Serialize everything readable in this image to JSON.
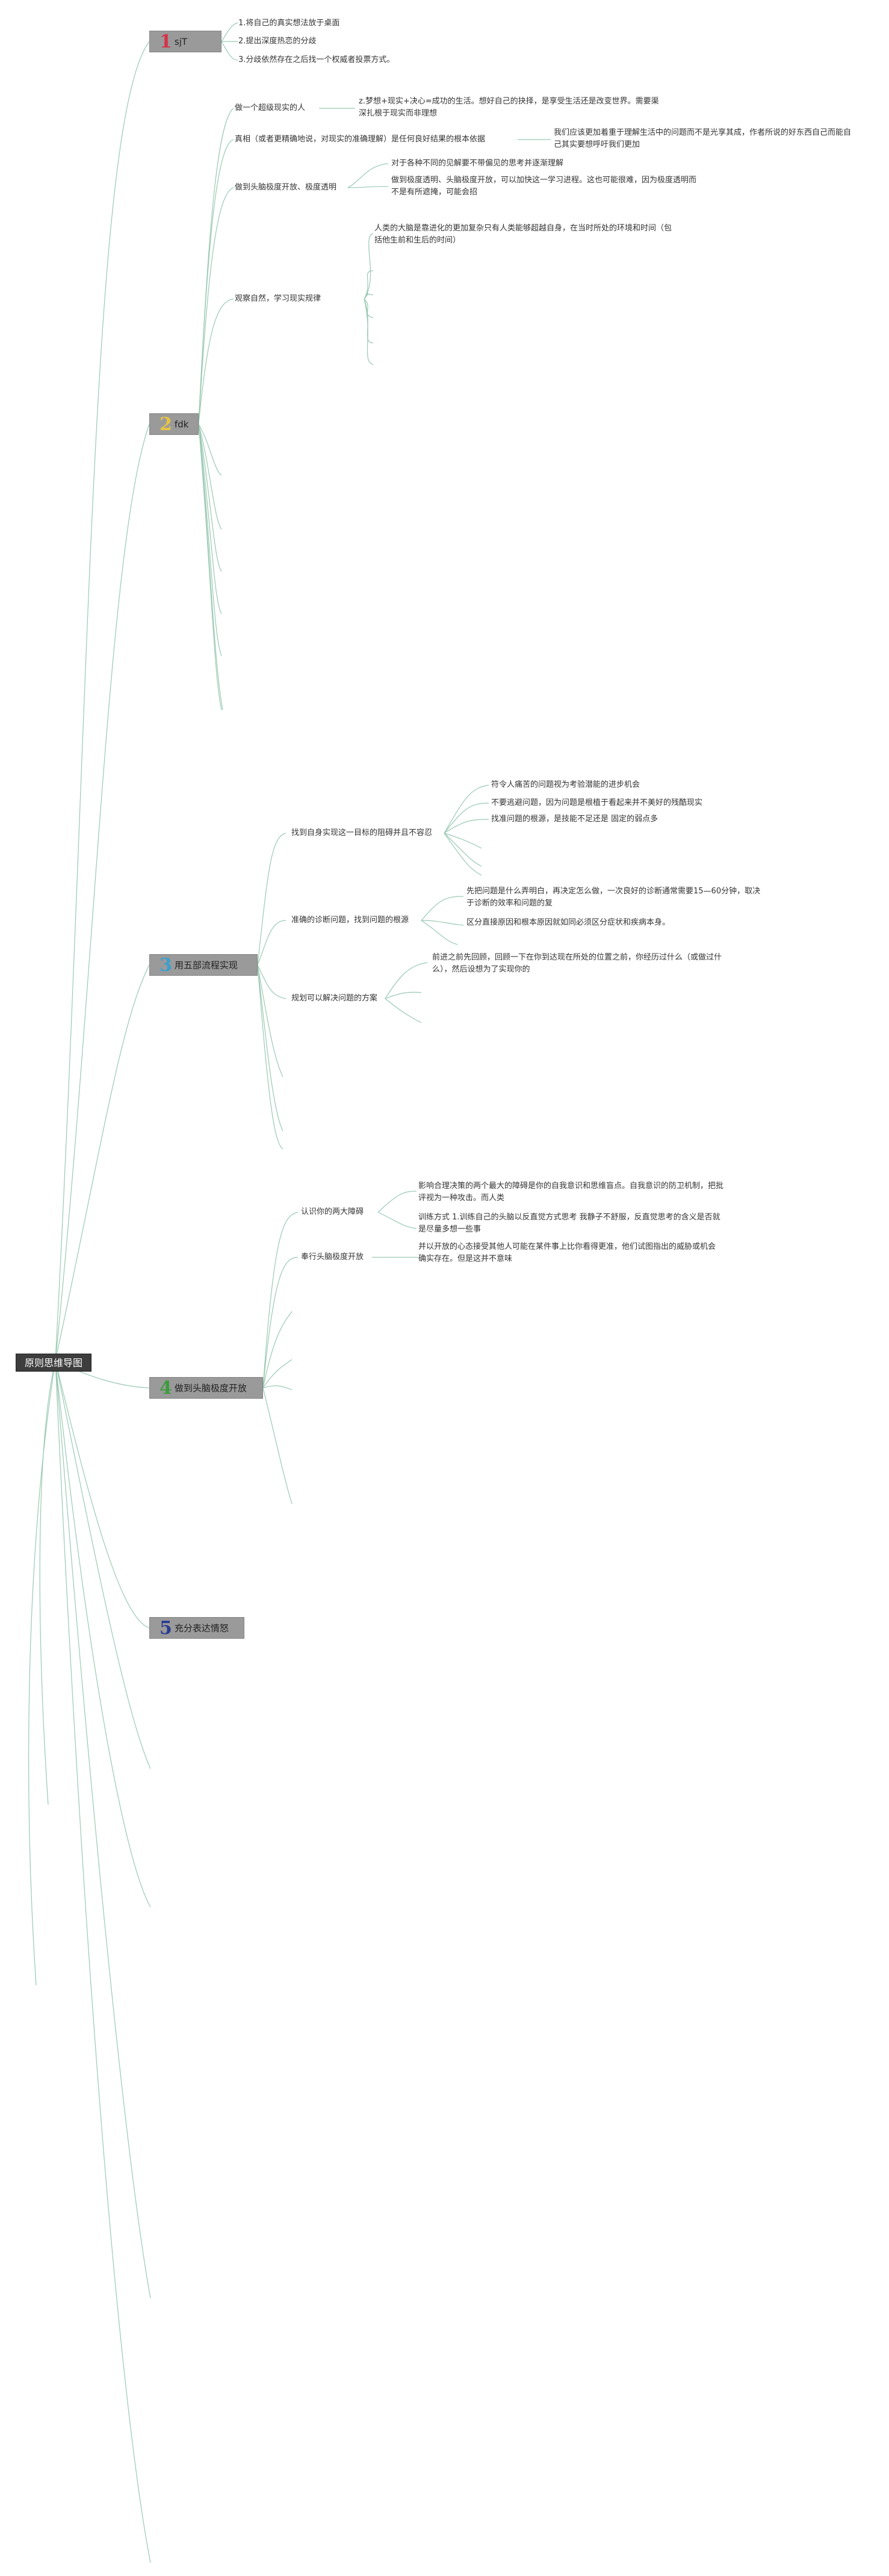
{
  "root": {
    "title": "原则思维导图"
  },
  "topics": [
    {
      "number": "1",
      "label": "sjT",
      "color": "#d6334a"
    },
    {
      "number": "2",
      "label": "fdk",
      "color": "#e7c544"
    },
    {
      "number": "3",
      "label": "用五部流程实现",
      "color": "#3aa0cf"
    },
    {
      "number": "4",
      "label": "做到头脑极度开放",
      "color": "#3e9b3e"
    },
    {
      "number": "5",
      "label": "充分表达情怒",
      "color": "#2a3c8f"
    }
  ],
  "topic1_items": [
    "1.将自己的真实想法放于桌面",
    "2.提出深度热恋的分歧",
    "3.分歧依然存在之后找一个权威者投票方式。"
  ],
  "topic2": {
    "item_realist": "做一个超级现实的人",
    "item_realist_note": "z.梦想+现实+决心=成功的生活。想好自己的抉择，是享受生活还是改变世界。需要渠深扎根于现实而非理想",
    "item_truth": "真相（或者更精确地说，对现实的准确理解）是任何良好结果的根本依据",
    "item_truth_note": "我们应该更加着重于理解生活中的问题而不是光享其成，作者所说的好东西自己而能自己其实要想呼吁我们更加",
    "item_open": "做到头脑极度开放、极度透明",
    "item_open_note1": "对于各种不同的见解要不带偏见的思考并逐渐理解",
    "item_open_note2": "做到极度透明、头脑极度开放，可以加快这一学习进程。这也可能很难，因为极度透明而不是有所遮掩，可能会招",
    "item_nature": "观察自然，学习现实规律",
    "item_nature_note": "人类的大脑是靠进化的更加复杂只有人类能够超越自身，在当时所处的环境和时间（包括他生前和生后的时间）"
  },
  "topic3": {
    "item_goal": "找到自身实现这一目标的阻碍并且不容忍",
    "item_goal_note1": "符令人痛苦的问题视为考验潜能的进步机会",
    "item_goal_note2": "不要逃避问题，因为问题是根植于看起来并不美好的残酷现实",
    "item_goal_note3": "找准问题的根源，是技能不足还是 固定的弱点多",
    "item_diag": "准确的诊断问题，找到问题的根源",
    "item_diag_note1": "先把问题是什么弄明白，再决定怎么做，一次良好的诊断通常需要15—60分钟，取决于诊断的效率和问题的复",
    "item_diag_note2": "区分直接原因和根本原因就如同必须区分症状和疾病本身。",
    "item_plan": "规划可以解决问题的方案",
    "item_plan_note": "前进之前先回顾，回顾一下在你到达现在所处的位置之前，你经历过什么（或做过什么），然后设想为了实现你的"
  },
  "topic4": {
    "item_barrier": "认识你的两大障碍",
    "item_barrier_note1": "影响合理决策的两个最大的障碍是你的自我意识和思维盲点。自我意识的防卫机制，把批评视为一种攻击。而人类",
    "item_barrier_note2": "训练方式 1.训练自己的头脑以反直觉方式思考 我静子不舒服，反直觉思考的含义是否就是尽量多想一些事",
    "item_practice": "奉行头脑极度开放",
    "item_practice_note": "并以开放的心态接受其他人可能在某件事上比你看得更准，他们试图指出的威胁或机会确实存在。但是这并不意味"
  }
}
